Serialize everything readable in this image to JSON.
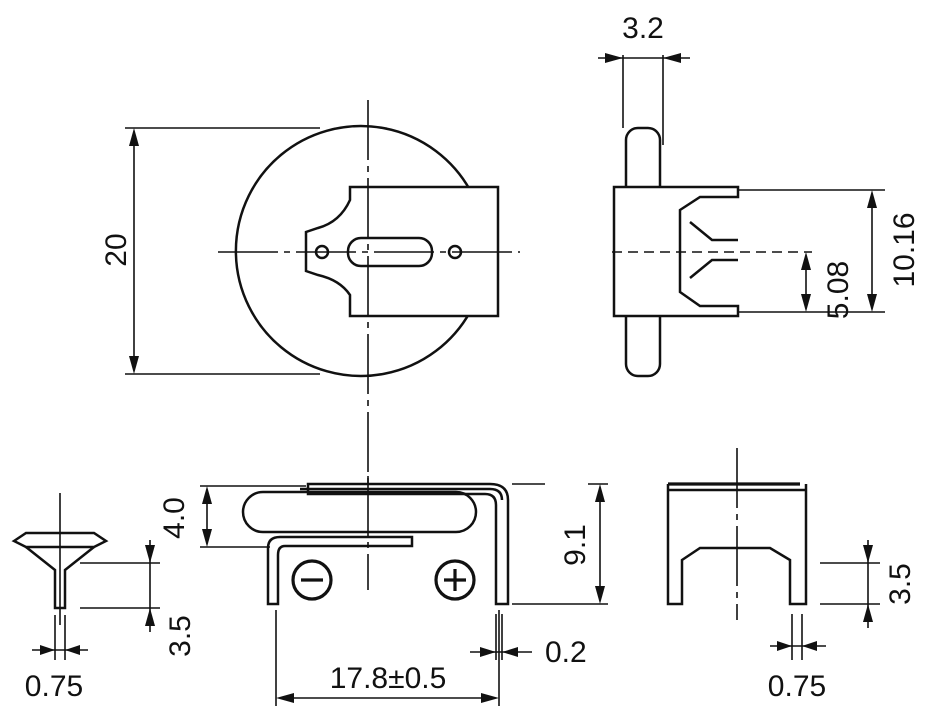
{
  "dimensions": {
    "height_20": "20",
    "width_3_2": "3.2",
    "pitch_5_08": "5.08",
    "pitch_10_16": "10.16",
    "height_4_0": "4.0",
    "height_9_1": "9.1",
    "pin_3_5_left": "3.5",
    "pin_0_75_left": "0.75",
    "width_17_8": "17.8±0.5",
    "thickness_0_2": "0.2",
    "pin_3_5_right": "3.5",
    "pin_0_75_right": "0.75"
  },
  "symbols": {
    "negative": "negative-terminal",
    "positive": "positive-terminal"
  }
}
